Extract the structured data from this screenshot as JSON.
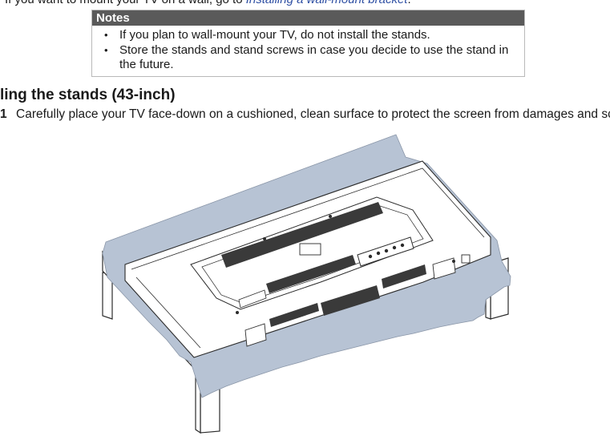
{
  "intro": {
    "text": "If you want to mount your TV on a wall, go to ",
    "link_text": "Installing a wall-mount bracket",
    "end": "."
  },
  "notes": {
    "title": "Notes",
    "items": [
      "If you plan to wall-mount your TV, do not install the stands.",
      "Store the stands and stand screws in case you decide to use the stand in the future."
    ]
  },
  "section": {
    "heading": "ling the stands (43-inch)"
  },
  "step": {
    "number": "1",
    "text": "Carefully place your TV face-down on a cushioned, clean surface to protect the screen from damages and sc"
  },
  "illustration": {
    "colors": {
      "cloth": "#b7c3d4",
      "line": "#2b2b2b",
      "vent": "#3a3a3a"
    }
  }
}
